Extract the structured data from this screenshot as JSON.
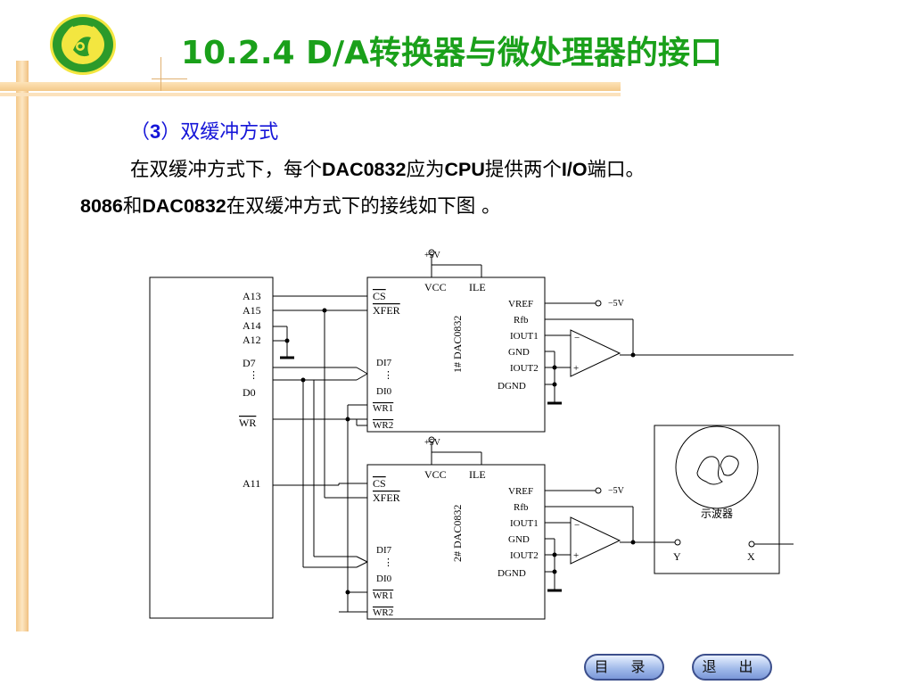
{
  "header": {
    "title": "10.2.4   D/A转换器与微处理器的接口"
  },
  "section": {
    "heading_paren_open": "（",
    "heading_number": "3",
    "heading_text": "）双缓冲方式"
  },
  "paragraph": {
    "s1": "在双缓冲方式下，每个",
    "b1": "DAC0832",
    "s2": "应为",
    "b2": "CPU",
    "s3": "提供两个",
    "b3": "I/O",
    "s4": "端口。",
    "b4": "8086",
    "s5": "和",
    "b5": "DAC0832",
    "s6": "在双缓冲方式下的接线如下图 。"
  },
  "circuit": {
    "cpu_pins": {
      "a13": "A13",
      "a15": "A15",
      "a14": "A14",
      "a12": "A12",
      "d7": "D7",
      "d0": "D0",
      "wr": "WR",
      "a11": "A11"
    },
    "dac1": {
      "name": "1# DAC0832",
      "vcc": "VCC",
      "ile": "ILE",
      "cs": "CS",
      "xfer": "XFER",
      "vref": "VREF",
      "rfb": "Rfb",
      "iout1": "IOUT1",
      "gnd": "GND",
      "iout2": "IOUT2",
      "dgnd": "DGND",
      "di7": "DI7",
      "di0": "DI0",
      "wr1": "WR1",
      "wr2": "WR2",
      "supply": "+5V",
      "ref": "−5V"
    },
    "dac2": {
      "name": "2# DAC0832",
      "vcc": "VCC",
      "ile": "ILE",
      "cs": "CS",
      "xfer": "XFER",
      "vref": "VREF",
      "rfb": "Rfb",
      "iout1": "IOUT1",
      "gnd": "GND",
      "iout2": "IOUT2",
      "dgnd": "DGND",
      "di7": "DI7",
      "di0": "DI0",
      "wr1": "WR1",
      "wr2": "WR2",
      "supply": "+5V",
      "ref": "−5V"
    },
    "scope": {
      "label": "示波器",
      "y": "Y",
      "x": "X"
    }
  },
  "nav": {
    "contents_label": "目 录",
    "exit_label": "退 出"
  },
  "colors": {
    "title": "#1aa01a",
    "subhead": "#1515d8",
    "accent_bar": "#f4c98a"
  }
}
